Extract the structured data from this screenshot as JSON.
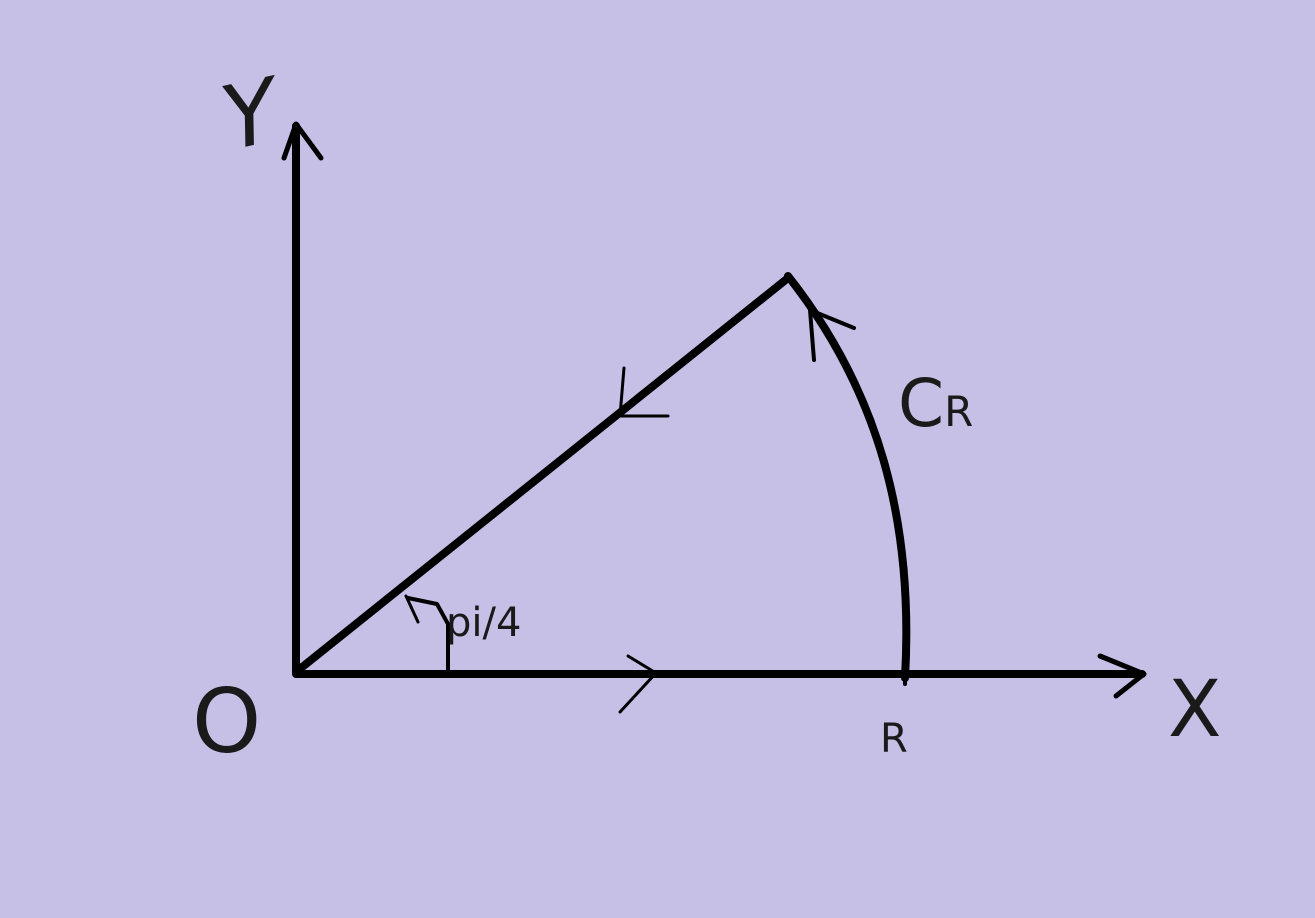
{
  "background_color": "#c6bfe6",
  "stroke_color": "#000000",
  "labels": {
    "origin": "O",
    "x_axis": "X",
    "y_axis": "Y",
    "radius_mark": "R",
    "angle": "pi/4",
    "contour_main": "C",
    "contour_sub": "R"
  }
}
